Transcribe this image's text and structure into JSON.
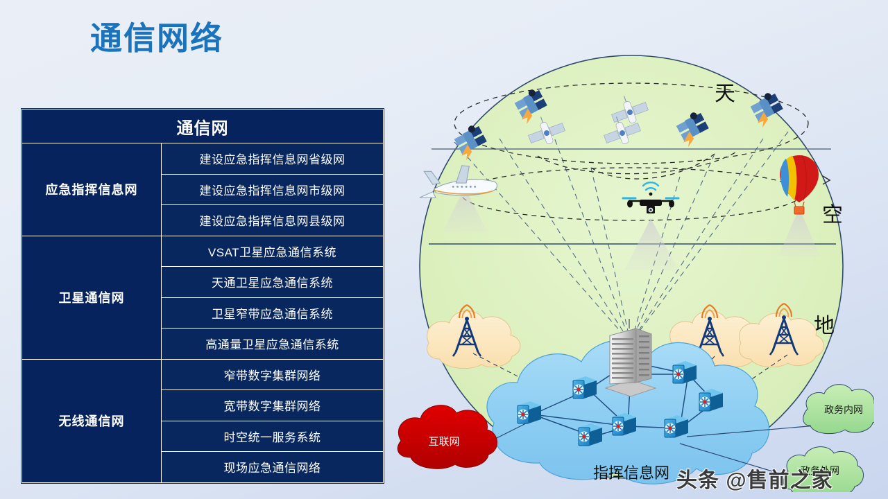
{
  "slide": {
    "title": "通信网络",
    "title_color": "#1b74bb",
    "background_color": "#e7edf6"
  },
  "table": {
    "header": "通信网",
    "header_bg": "#06235e",
    "text_color": "#ffffff",
    "groups": [
      {
        "name": "应急指挥信息网",
        "items": [
          "建设应急指挥信息网省级网",
          "建设应急指挥信息网市级网",
          "建设应急指挥信息网县级网"
        ]
      },
      {
        "name": "卫星通信网",
        "items": [
          "VSAT卫星应急通信系统",
          "天通卫星应急通信系统",
          "卫星窄带应急通信系统",
          "高通量卫星应急通信系统"
        ]
      },
      {
        "name": "无线通信网",
        "items": [
          "窄带数字集群网络",
          "宽带数字集群网络",
          "时空统一服务系统",
          "现场应急通信网络"
        ]
      }
    ]
  },
  "diagram": {
    "circle_fill": "#ddf0bf",
    "layer_labels": {
      "sky": "天",
      "air": "空",
      "ground": "地"
    },
    "core_cloud_label": "指挥信息网",
    "core_cloud_color": "#8ecdf2",
    "external_clouds": [
      {
        "label": "互联网",
        "color": "#cc0000",
        "text_color": "#ffffff"
      },
      {
        "label": "政务内网",
        "color": "#9fdd9b",
        "text_color": "#1a1a1a"
      },
      {
        "label": "政务外网",
        "color": "#aee89d",
        "text_color": "#1a1a1a"
      }
    ],
    "icons": {
      "satellite_blue": "satellite-icon",
      "satellite_white": "satellite-icon",
      "airplane": "airplane-icon",
      "drone": "drone-icon",
      "balloon": "hot-air-balloon-icon",
      "tower": "radio-tower-icon",
      "router": "router-icon",
      "building": "command-building-icon"
    },
    "counts": {
      "satellites_blue": 4,
      "satellites_white": 3,
      "towers": 3,
      "routers": 7
    }
  },
  "watermark": {
    "text": "头条 @售前之家"
  }
}
